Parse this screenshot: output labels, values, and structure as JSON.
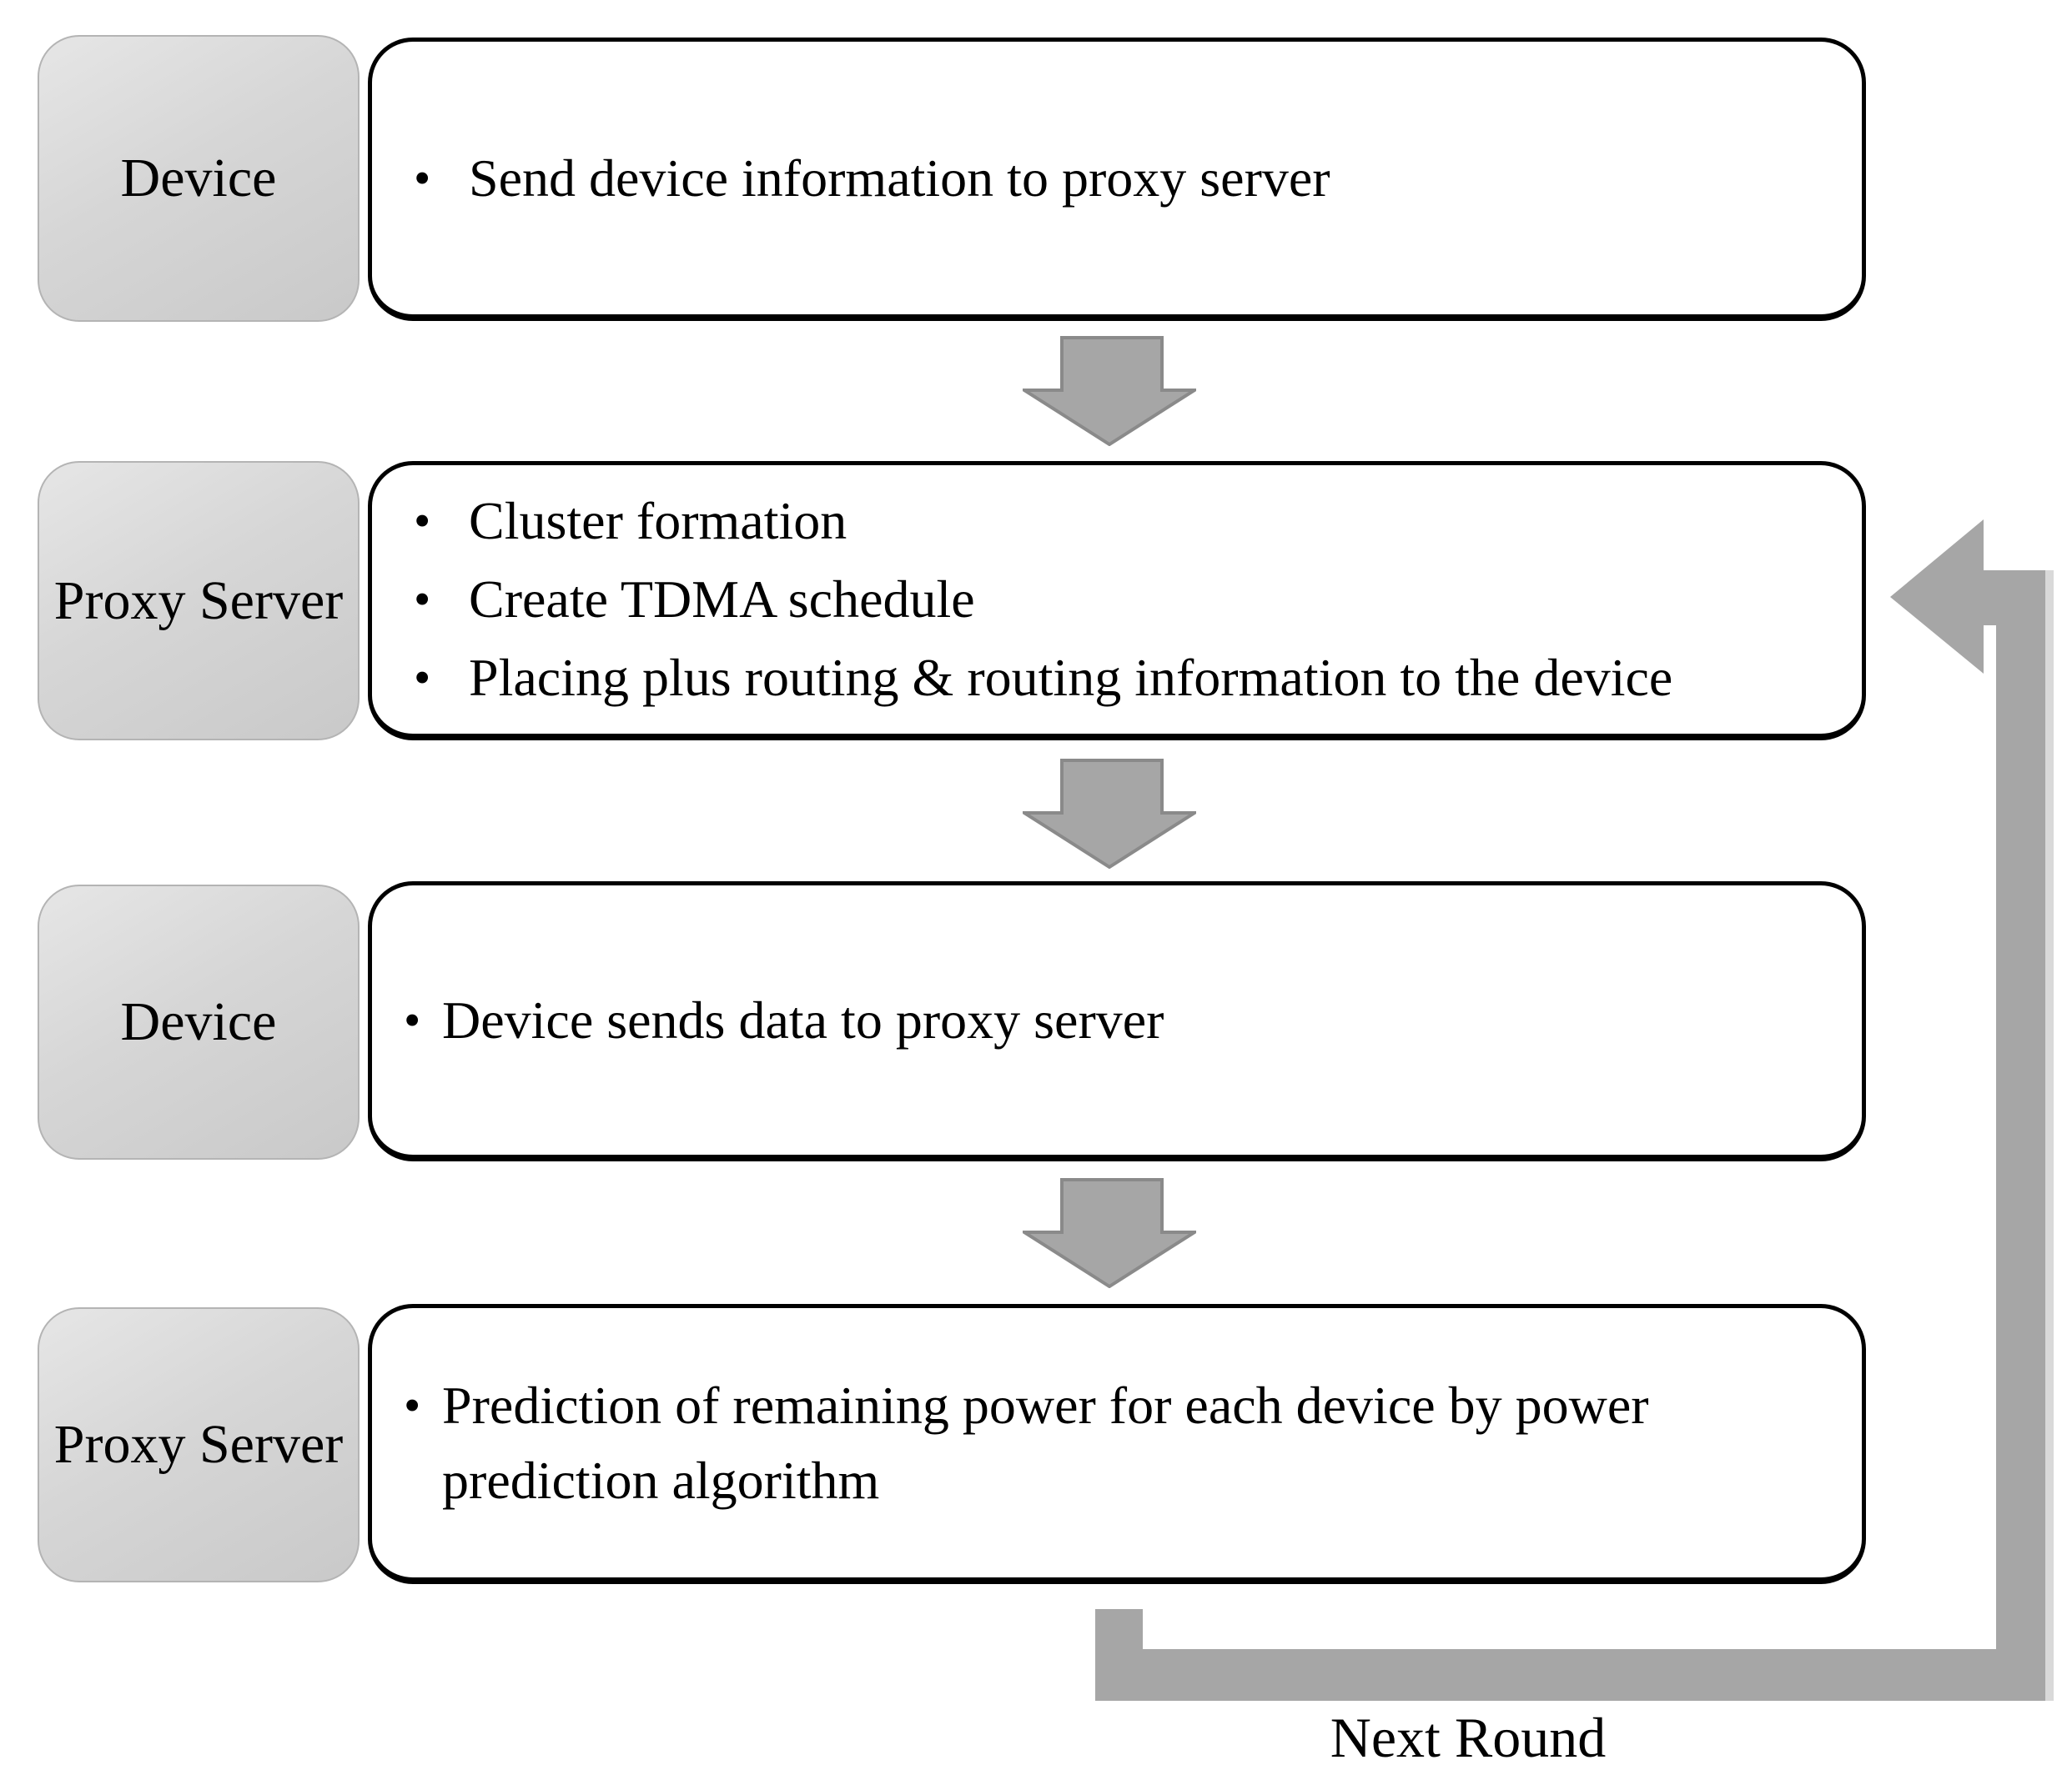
{
  "diagram": {
    "rows": [
      {
        "actor": "Device",
        "bullets": [
          "Send device information to proxy server"
        ]
      },
      {
        "actor": "Proxy Server",
        "bullets": [
          "Cluster formation",
          "Create TDMA schedule",
          "Placing plus routing & routing information to the device"
        ]
      },
      {
        "actor": "Device",
        "bullets": [
          "Device sends data to proxy server"
        ]
      },
      {
        "actor": "Proxy Server",
        "bullets": [
          "Prediction of remaining power for each device by power prediction algorithm"
        ]
      }
    ],
    "loop_label": "Next Round",
    "colors": {
      "arrow_gray": "#a6a6a6",
      "arrow_outline": "#8a8a8a",
      "actor_fill": "#d6d6d6",
      "box_border": "#000000",
      "shadow_gray": "#d9d9d9"
    }
  }
}
